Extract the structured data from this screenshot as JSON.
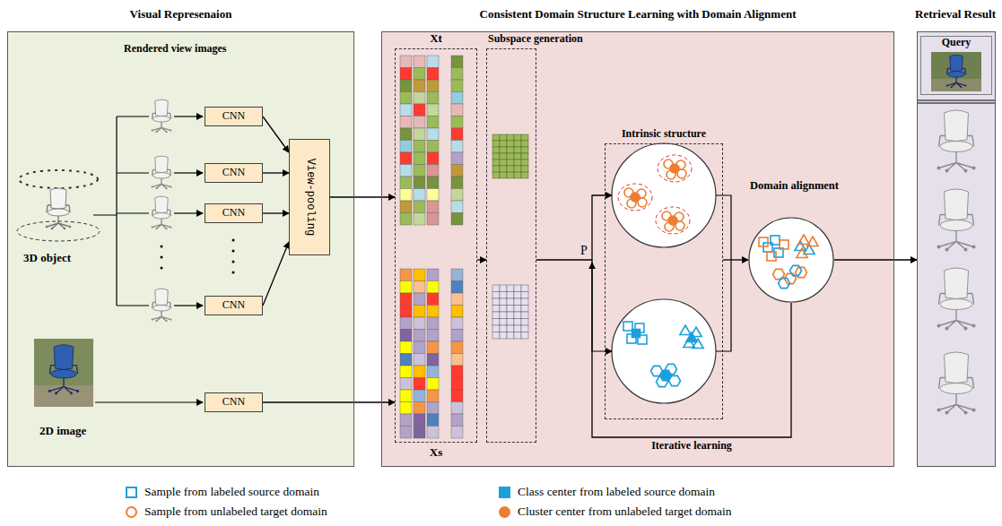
{
  "diagram": {
    "nodes": [
      {
        "text": [
          "Visual Represenaion"
        ]
      },
      {
        "text": [
          "CNN"
        ],
        "in": 0
      },
      {
        "text": [
          "CNN"
        ],
        "in": 0
      },
      {
        "text": [
          "CNN"
        ],
        "in": 0
      },
      {
        "text": [
          "CNN"
        ],
        "in": 0
      },
      {
        "text": [
          "View-pooling"
        ],
        "in": 0
      },
      {
        "text": [
          "CNN"
        ],
        "in": 0
      },
      {
        "text": [
          "Consistent Domain Structure Learning with Domain Alignment"
        ]
      },
      {
        "text": [
          "Xt",
          "Xs"
        ],
        "in": 7
      },
      {
        "text": [
          "Subspace generation"
        ],
        "in": 7
      },
      {
        "text": [
          "Intrinsic structure"
        ],
        "in": 7
      },
      {
        "text": [
          "Domain alignment"
        ],
        "in": 7
      },
      {
        "text": [
          "Retrieval Result"
        ]
      },
      {
        "text": [
          "Query"
        ],
        "in": 12
      }
    ],
    "edges": [
      {
        "from": 1,
        "to": 5,
        "arrow": "to"
      },
      {
        "from": 2,
        "to": 5,
        "arrow": "to"
      },
      {
        "from": 3,
        "to": 5,
        "arrow": "to"
      },
      {
        "from": 4,
        "to": 5,
        "arrow": "to"
      },
      {
        "from": 5,
        "to": 8,
        "arrow": "to"
      },
      {
        "from": 6,
        "to": 8,
        "arrow": "to"
      },
      {
        "from": 8,
        "to": 9,
        "arrow": "to"
      },
      {
        "from": 9,
        "to": 10,
        "arrow": "to"
      },
      {
        "from": 10,
        "to": 11,
        "arrow": "to"
      },
      {
        "from": 11,
        "to": 10,
        "label": "Iterative learning",
        "arrow": "to"
      },
      {
        "from": 11,
        "to": 12,
        "arrow": "to"
      }
    ],
    "labels": [
      "Rendered view images",
      "3D object",
      "2D image",
      "P"
    ],
    "legend": [
      {
        "text": "Sample from labeled source domain"
      },
      {
        "text": "Class center from labeled source domain",
        "color": "#1ca0dc"
      },
      {
        "text": "Sample from unlabeled target domain"
      },
      {
        "text": "Cluster center from unlabeled target domain",
        "color": "#ed7d31"
      }
    ]
  }
}
